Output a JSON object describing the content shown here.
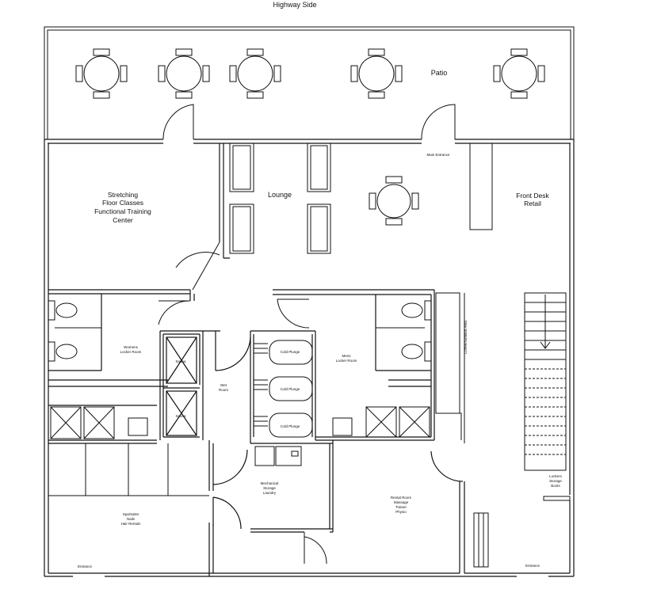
{
  "header": {
    "title": "Highway Side"
  },
  "rooms": {
    "patio": "Patio",
    "main_entrance": "Main Entrance",
    "stretching": [
      "Stretching",
      "Floor Classes",
      "Functional Training",
      "Center"
    ],
    "lounge": "Lounge",
    "front_desk": [
      "Front Desk",
      "Retail"
    ],
    "womens_locker": [
      "Womens",
      "Locker Room"
    ],
    "mens_locker": [
      "Mens",
      "Locker Room"
    ],
    "sauna": "Sauna",
    "wet_room": [
      "Wet",
      "Room"
    ],
    "cold_plunge": "Cold Plunge",
    "coffee_area": "Coffee/Nutrition Area",
    "mechanical": [
      "Mechanical",
      "Storage",
      "Laundry"
    ],
    "rental_room": [
      "Rental Room",
      "Massage",
      "Trainer",
      "Physio"
    ],
    "spa": [
      "Spa/Sales",
      "Nails",
      "Hair Rentals"
    ],
    "lockers_storage": [
      "Lockers",
      "Storage",
      "Boots"
    ],
    "entrance": "Entrance"
  }
}
